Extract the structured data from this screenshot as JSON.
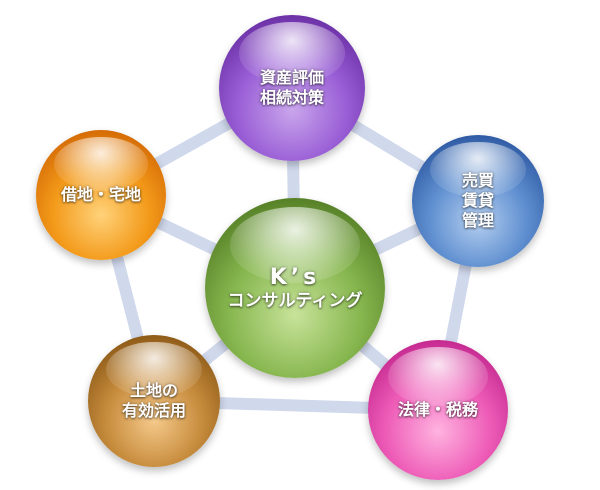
{
  "center": {
    "line1": "K’s",
    "line2": "コンサルティング"
  },
  "nodes": {
    "top": {
      "line1": "資産評価",
      "line2": "相続対策"
    },
    "right": {
      "line1": "売買",
      "line2": "賃貸",
      "line3": "管理"
    },
    "left": {
      "line1": "借地・宅地"
    },
    "bottom_left": {
      "line1": "土地の",
      "line2": "有効活用"
    },
    "bottom_right": {
      "line1": "法律・税務"
    }
  },
  "colors": {
    "top": "#9a5fd6",
    "right": "#5f8fd0",
    "left": "#f39a1a",
    "center": "#86b64e",
    "bottom_left": "#c68b3c",
    "bottom_right": "#ee5db8",
    "connector": "#d0d8ec"
  }
}
